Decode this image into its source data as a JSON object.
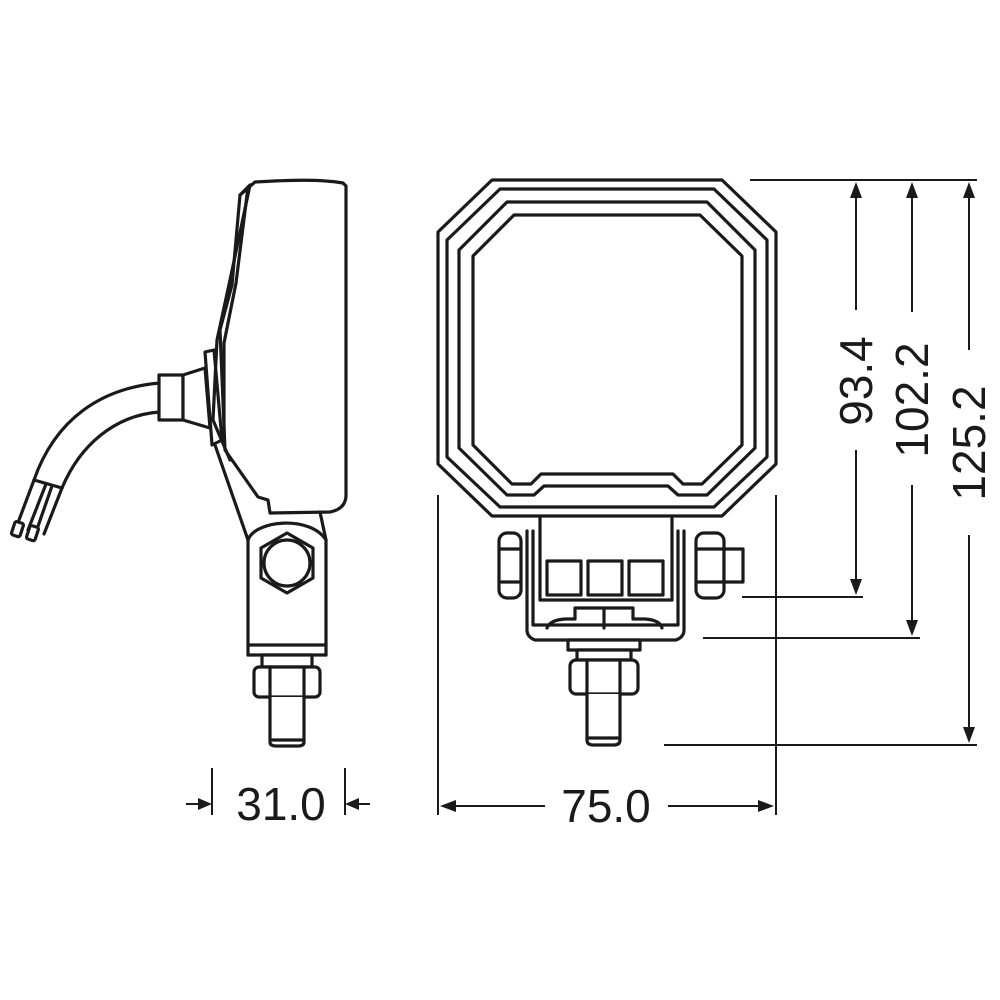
{
  "drawing": {
    "title": "Work light dimension drawing",
    "units": "mm",
    "views": [
      "side-view",
      "front-view"
    ],
    "stroke_color": "#1a1a1a",
    "background": "#ffffff"
  },
  "dimensions": {
    "side_depth": "31.0",
    "front_width": "75.0",
    "housing_to_bracket_height": "93.4",
    "housing_to_bracket_base_height": "102.2",
    "total_height": "125.2"
  }
}
